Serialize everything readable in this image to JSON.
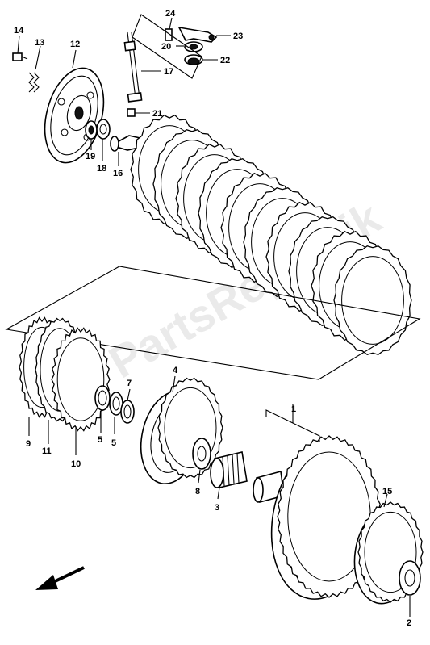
{
  "diagram": {
    "watermark": "PartsRepublik",
    "callouts": {
      "c1": "1",
      "c2": "2",
      "c3": "3",
      "c4": "4",
      "c5a": "5",
      "c5b": "5",
      "c7": "7",
      "c8": "8",
      "c9": "9",
      "c10": "10",
      "c11": "11",
      "c12": "12",
      "c13": "13",
      "c14": "14",
      "c15": "15",
      "c16": "16",
      "c17": "17",
      "c18": "18",
      "c19": "19",
      "c20": "20",
      "c21": "21",
      "c22": "22",
      "c23": "23",
      "c24": "24"
    },
    "direction_arrow": "arrow-down-left-icon",
    "colors": {
      "line": "#000000",
      "background": "#ffffff",
      "watermark": "#d9d9d9"
    }
  }
}
